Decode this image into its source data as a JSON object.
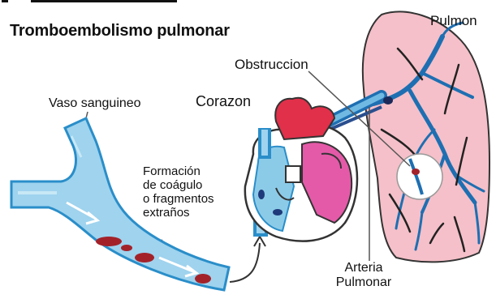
{
  "diagram": {
    "title": "Tromboembolismo pulmonar",
    "labels": {
      "vaso": "Vaso sanguineo",
      "corazon": "Corazon",
      "obstruccion": "Obstruccion",
      "pulmon": "Pulmon",
      "formacion_lines": [
        "Formación",
        "de coágulo",
        "o fragmentos",
        "extraños"
      ],
      "arteria_lines": [
        "Arteria",
        "Pulmonar"
      ]
    },
    "colors": {
      "vessel": "#9fd3ee",
      "vessel_outline": "#2a8ec9",
      "clot": "#a3222a",
      "heart_red": "#e0304a",
      "heart_pink": "#e45aa8",
      "heart_blue": "#8ccbe8",
      "lung": "#f7c3cc",
      "lung_vessel": "#1e6fb2"
    }
  }
}
